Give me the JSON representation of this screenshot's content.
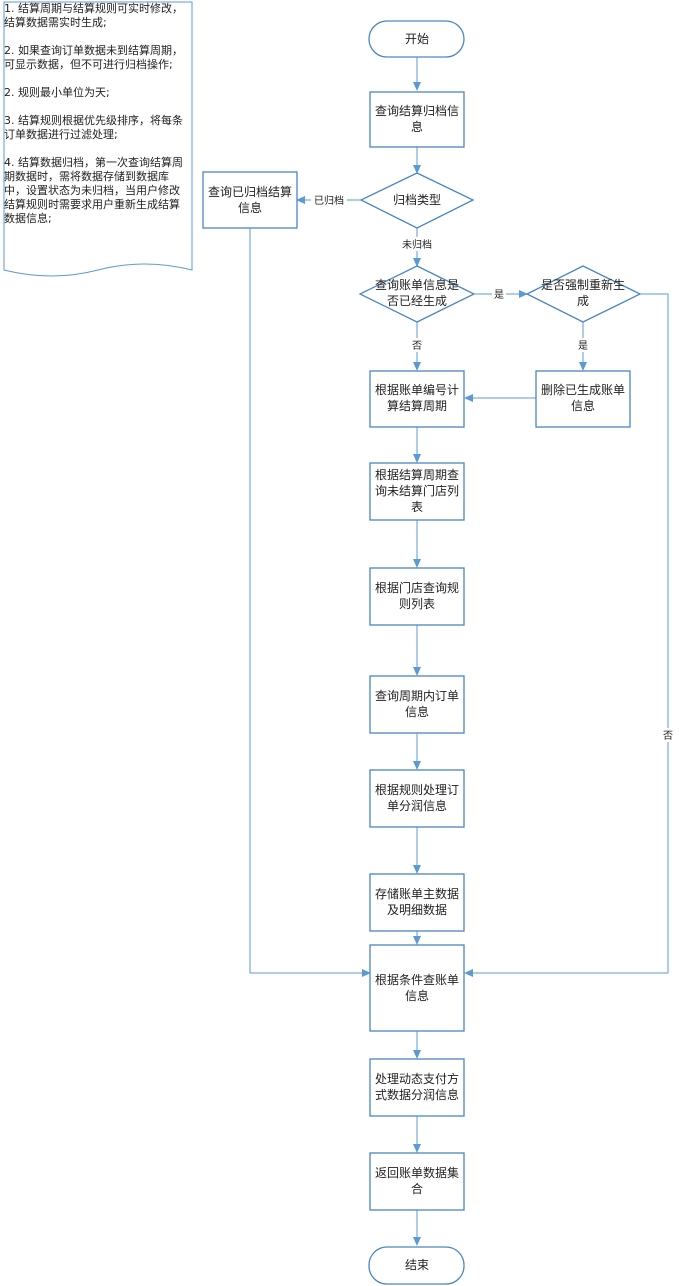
{
  "note": {
    "lines": [
      "1. 结算周期与结算规则可实时修改，结算数据需实时生成;",
      "2. 如果查询订单数据未到结算周期，可显示数据，但不可进行归档操作;",
      "2. 规则最小单位为天;",
      "3. 结算规则根据优先级排序，将每条订单数据进行过滤处理;",
      "4. 结算数据归档，第一次查询结算周期数据时，需将数据存储到数据库中，设置状态为未归档，当用户修改结算规则时需要求用户重新生成结算数据信息;"
    ]
  },
  "nodes": {
    "start": "开始",
    "query_archive": "查询结算归档信息",
    "archive_type": "归档类型",
    "query_archived": "查询已归档结算信息",
    "bill_generated": "查询账单信息是否已经生成",
    "force_regen": "是否强制重新生成",
    "delete_bill": "删除已生成账单信息",
    "calc_period": "根据账单编号计算结算周期",
    "query_stores": "根据结算周期查询未结算门店列表",
    "query_rules": "根据门店查询规则列表",
    "query_orders": "查询周期内订单信息",
    "process_orders": "根据规则处理订单分润信息",
    "store_data": "存储账单主数据及明细数据",
    "query_bill": "根据条件查账单信息",
    "process_payment": "处理动态支付方式数据分润信息",
    "return_data": "返回账单数据集合",
    "end": "结束"
  },
  "edge_labels": {
    "archived": "已归档",
    "not_archived": "未归档",
    "yes1": "是",
    "yes2": "是",
    "no1": "否",
    "no2": "否"
  },
  "colors": {
    "line": "#5b9bd5",
    "border": "#4a86c5"
  }
}
